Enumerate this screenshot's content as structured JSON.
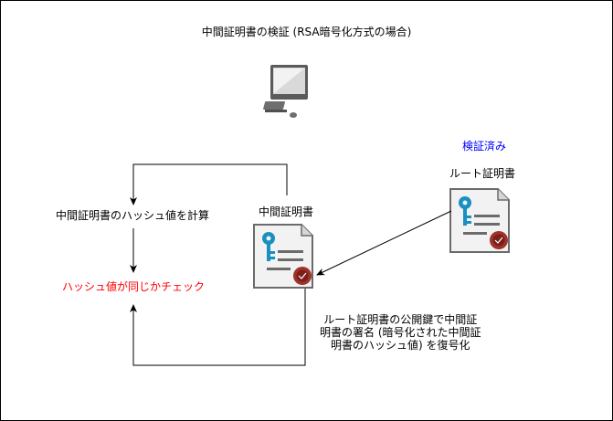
{
  "title": "中間証明書の検証 (RSA暗号化方式の場合)",
  "verified_label": "検証済み",
  "root_cert_label": "ルート証明書",
  "intermediate_cert_label": "中間証明書",
  "compute_hash_label": "中間証明書のハッシュ値を計算",
  "check_hash_label": "ハッシュ値が同じかチェック",
  "decrypt_note": {
    "line1": "ルート証明書の公開鍵で中間証",
    "line2": "明書の署名 (暗号化された中間証",
    "line3": "明書のハッシュ値) を復号化"
  },
  "colors": {
    "verified": "#0000ff",
    "check_hash": "#ff0000",
    "key": "#1a8fc1",
    "seal": "#a0312b",
    "line": "#000000"
  },
  "icons": {
    "computer": "computer-icon",
    "root_cert": "certificate-icon",
    "intermediate_cert": "certificate-icon"
  }
}
